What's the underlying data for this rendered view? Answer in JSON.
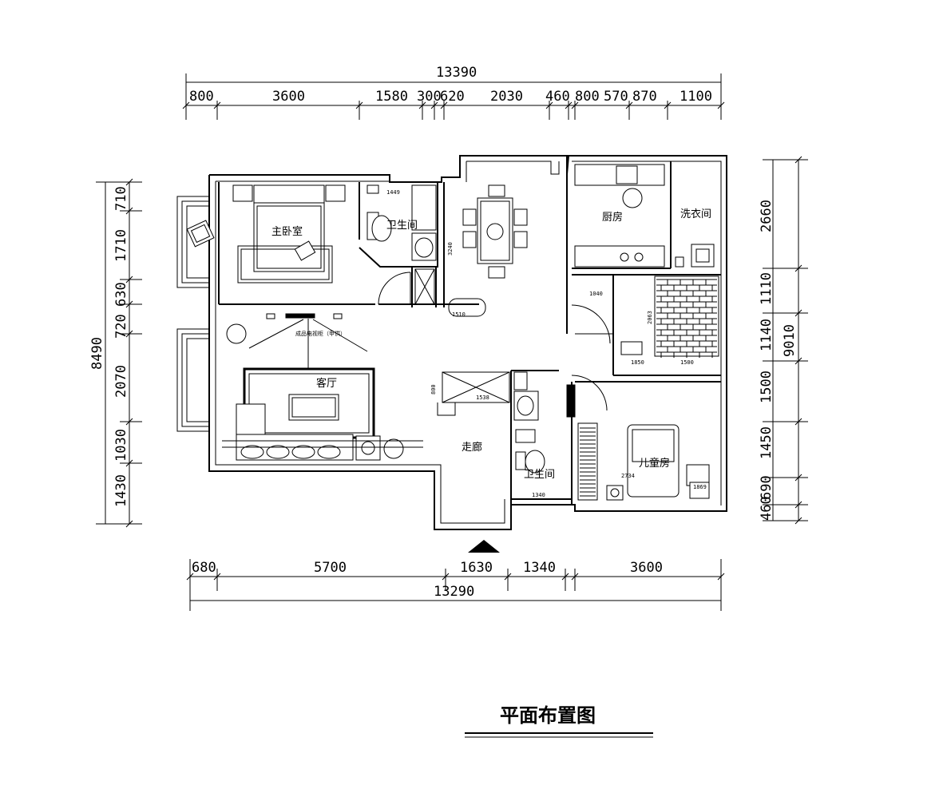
{
  "title": "平面布置图",
  "dimensions": {
    "top_total": "13390",
    "top_segments": [
      "800",
      "3600",
      "1580",
      "300",
      "620",
      "2030",
      "460",
      "800",
      "570",
      "870",
      "1100"
    ],
    "bottom_total": "13290",
    "bottom_segments": [
      "680",
      "5700",
      "1630",
      "1340",
      "3600"
    ],
    "left_total": "8490",
    "left_segments": [
      "710",
      "1710",
      "630",
      "720",
      "2070",
      "1030",
      "1430"
    ],
    "right_total": "9010",
    "right_segments": [
      "2660",
      "1110",
      "1140",
      "1500",
      "1450",
      "690",
      "460"
    ]
  },
  "rooms": {
    "master_bedroom": "主卧室",
    "bath_1": "卫生间",
    "living_room": "客厅",
    "kitchen": "厨房",
    "laundry": "洗衣间",
    "corridor": "走廊",
    "bath_2": "卫生间",
    "kids_room": "儿童房"
  },
  "annotations": {
    "tv_cabinet": "成品电视柜（甲供）",
    "a1": "1449",
    "a2": "3240",
    "a3": "1510",
    "a4": "1040",
    "a5": "2063",
    "a6": "1850",
    "a7": "1500",
    "a8": "1538",
    "a9": "800",
    "a10": "1340",
    "a11": "2734",
    "a12": "1869"
  }
}
